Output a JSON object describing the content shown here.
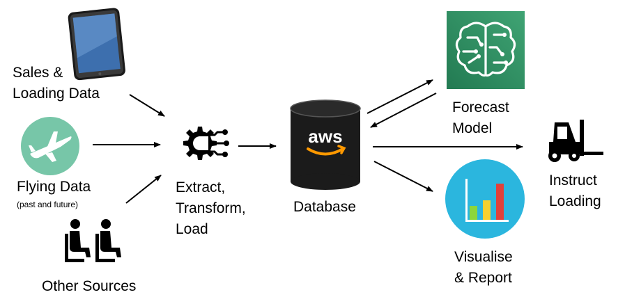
{
  "sources": {
    "sales": {
      "line1": "Sales &",
      "line2": "Loading Data"
    },
    "flying": {
      "title": "Flying Data",
      "subtitle": "(past and future)"
    },
    "other": {
      "title": "Other Sources"
    }
  },
  "etl": {
    "line1": "Extract,",
    "line2": "Transform,",
    "line3": "Load"
  },
  "database": {
    "label": "Database",
    "logo_text": "aws"
  },
  "forecast": {
    "line1": "Forecast",
    "line2": "Model"
  },
  "instruct": {
    "line1": "Instruct",
    "line2": "Loading"
  },
  "visualise": {
    "line1": "Visualise",
    "line2": "& Report"
  },
  "colors": {
    "plane_circle": "#77c6a8",
    "aws_orange": "#ff9900",
    "sagemaker_green": "#2e8a5f",
    "report_circle": "#2bb6de",
    "bar_green": "#8dd63c",
    "bar_yellow": "#f6d02f",
    "bar_red": "#e0413a"
  },
  "icons": {
    "tablet": "tablet-icon",
    "plane": "airplane-icon",
    "seats": "passenger-seats-icon",
    "etl": "gear-circuit-icon",
    "db": "aws-database-icon",
    "brain": "brain-circuit-icon",
    "forklift": "forklift-icon",
    "chart": "bar-chart-icon"
  }
}
